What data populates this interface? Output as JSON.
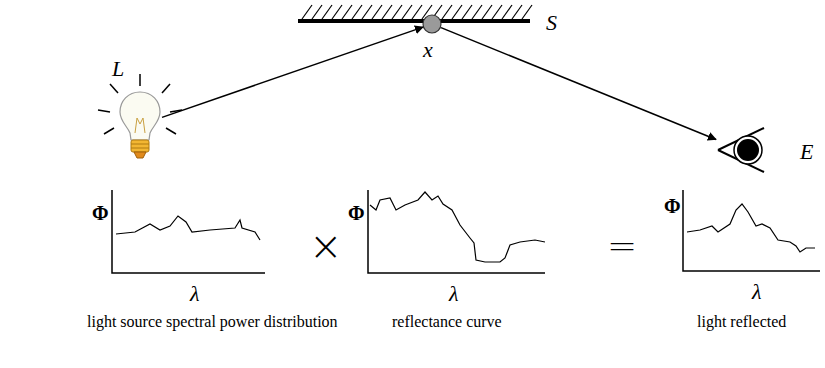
{
  "diagram": {
    "nodes": [
      {
        "text": [
          "L"
        ]
      },
      {
        "text": [
          "x"
        ]
      },
      {
        "text": [
          "E"
        ]
      }
    ],
    "edges": [
      {
        "from": 0,
        "to": 1,
        "arrow": "to"
      },
      {
        "from": 1,
        "to": 2,
        "arrow": "to"
      }
    ],
    "labels": [
      "S",
      "Φ",
      "λ",
      "light source spectral power distribution",
      "×",
      "Φ",
      "λ",
      "reflectance curve",
      "=",
      "Φ",
      "λ",
      "light reflected"
    ]
  }
}
